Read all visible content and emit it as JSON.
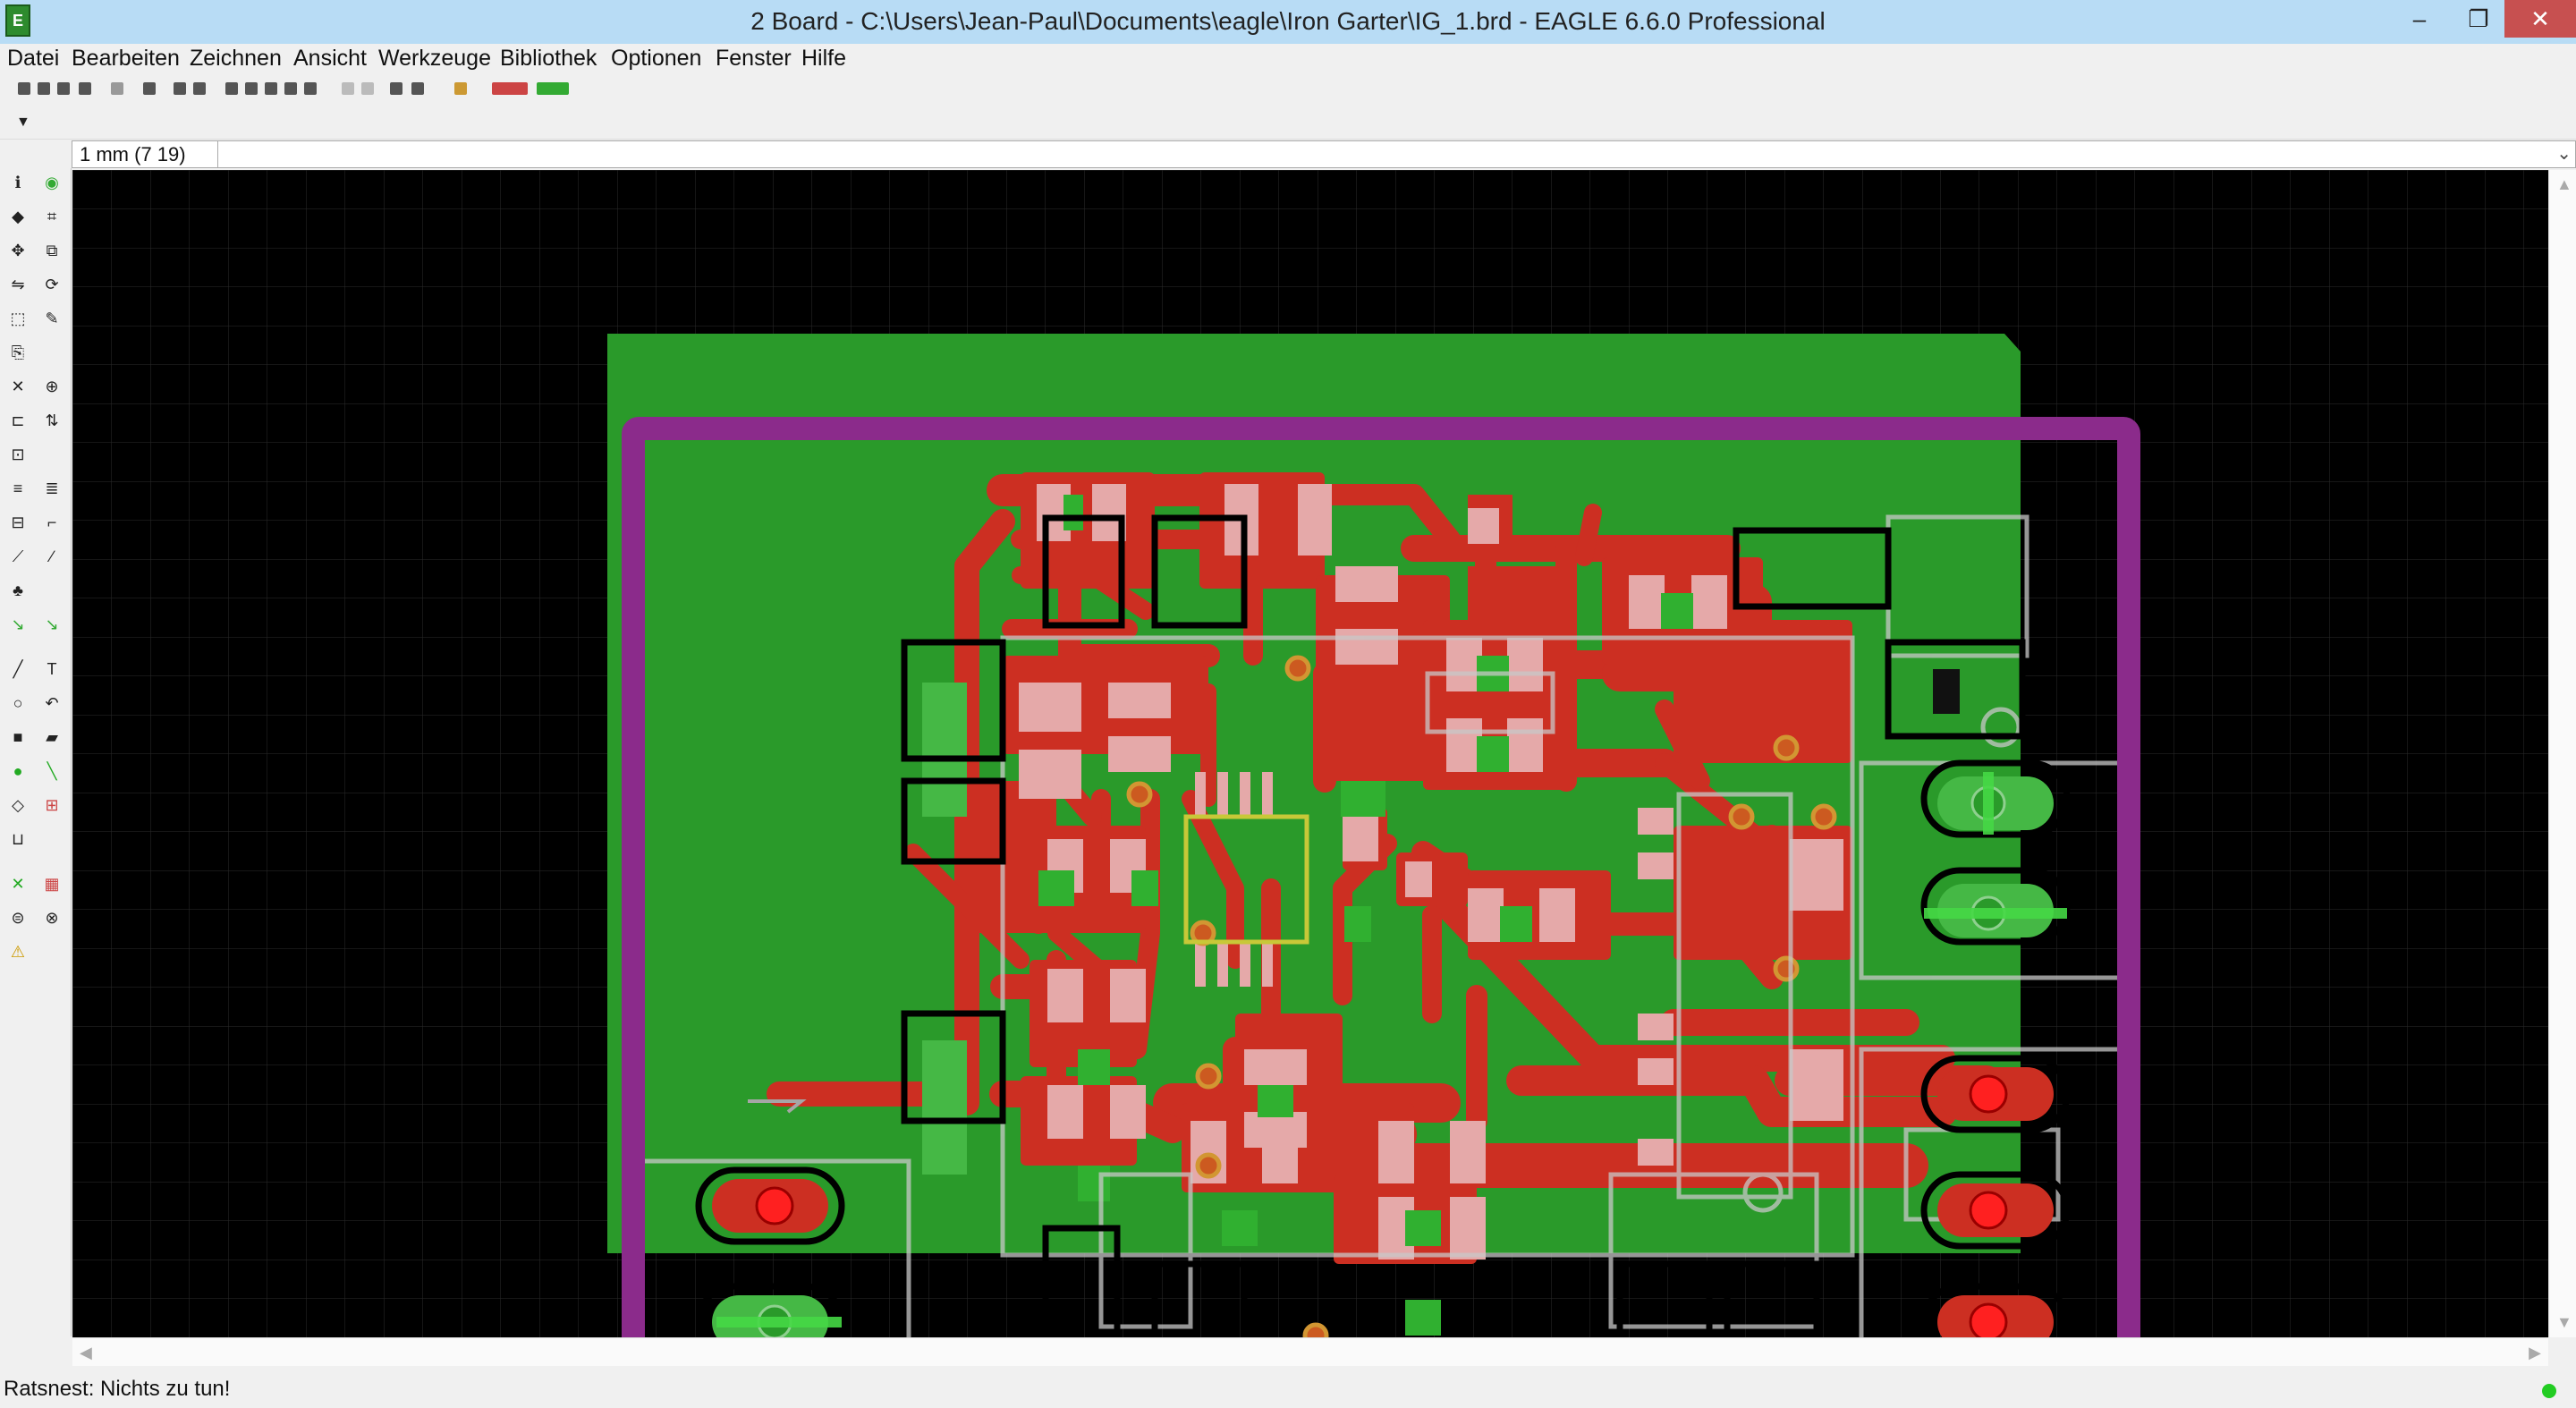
{
  "window": {
    "title": "2 Board - C:\\Users\\Jean-Paul\\Documents\\eagle\\Iron Garter\\IG_1.brd - EAGLE 6.6.0 Professional",
    "app_icon": "eagle-icon",
    "controls": {
      "min": "–",
      "max": "❐",
      "close": "✕"
    }
  },
  "menu": [
    {
      "label": "Datei"
    },
    {
      "label": "Bearbeiten"
    },
    {
      "label": "Zeichnen"
    },
    {
      "label": "Ansicht"
    },
    {
      "label": "Werkzeuge"
    },
    {
      "label": "Bibliothek"
    },
    {
      "label": "Optionen"
    },
    {
      "label": "Fenster"
    },
    {
      "label": "Hilfe"
    }
  ],
  "param_dropdown": "▼",
  "command": {
    "coordinate": "1 mm (7 19)",
    "value": "",
    "dropdown": "⌄"
  },
  "status": {
    "text": "Ratsnest: Nichts zu tun!"
  },
  "colors": {
    "board": "#2a9a2a",
    "dimension": "#8b2b8b",
    "copper": "#cc2f22",
    "pad": "#e5a9a9",
    "silk": "#c8c8c8",
    "background": "#000000",
    "grid": "#2b2b2b"
  },
  "icons": {
    "up_arrow": "▲",
    "down_arrow": "▼",
    "left_arrow": "◀",
    "right_arrow": "▶"
  }
}
